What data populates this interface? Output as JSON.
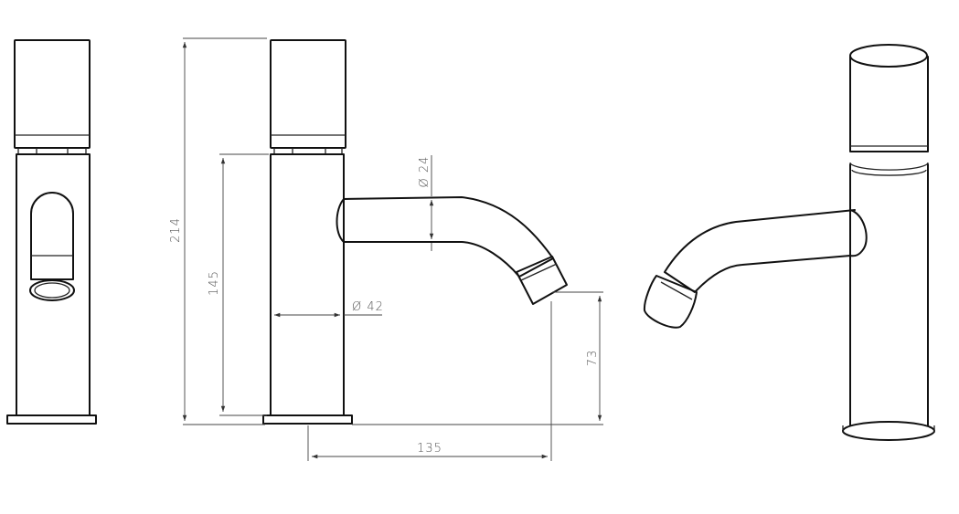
{
  "dimensions": {
    "overall_height": {
      "value": "214"
    },
    "body_height": {
      "value": "145"
    },
    "outlet_height": {
      "value": "73"
    },
    "spout_projection": {
      "value": "135"
    },
    "spout_diameter": {
      "value": "Ø 24"
    },
    "body_diameter": {
      "value": "Ø 42"
    }
  },
  "colors": {
    "line": "#111111",
    "dimension": "#444444",
    "background": "#ffffff"
  }
}
